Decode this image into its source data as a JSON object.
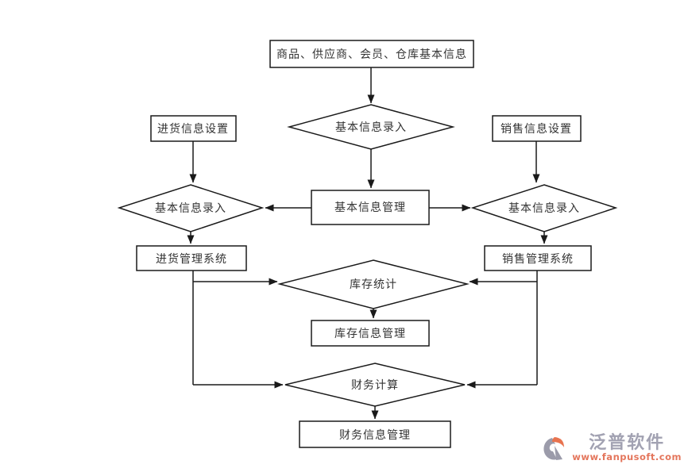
{
  "diagram": {
    "type": "flowchart",
    "line_color": "#1a1a1a",
    "nodes": {
      "top_info": "商品、供应商、会员、仓库基本信息",
      "entry_top": "基本信息录入",
      "purchase_settings": "进货信息设置",
      "sales_settings": "销售信息设置",
      "basic_mgmt": "基本信息管理",
      "entry_left": "基本信息录入",
      "entry_right": "基本信息录入",
      "purchase_system": "进货管理系统",
      "sales_system": "销售管理系统",
      "inventory_stats": "库存统计",
      "inventory_mgmt": "库存信息管理",
      "finance_calc": "财务计算",
      "finance_mgmt": "财务信息管理"
    },
    "edges": [
      {
        "from": "top_info",
        "to": "entry_top"
      },
      {
        "from": "entry_top",
        "to": "basic_mgmt"
      },
      {
        "from": "purchase_settings",
        "to": "entry_left"
      },
      {
        "from": "sales_settings",
        "to": "entry_right"
      },
      {
        "from": "basic_mgmt",
        "to": "entry_left"
      },
      {
        "from": "basic_mgmt",
        "to": "entry_right"
      },
      {
        "from": "entry_left",
        "to": "purchase_system"
      },
      {
        "from": "entry_right",
        "to": "sales_system"
      },
      {
        "from": "purchase_system",
        "to": "inventory_stats"
      },
      {
        "from": "sales_system",
        "to": "inventory_stats"
      },
      {
        "from": "inventory_stats",
        "to": "inventory_mgmt"
      },
      {
        "from": "purchase_system",
        "to": "finance_calc"
      },
      {
        "from": "sales_system",
        "to": "finance_calc"
      },
      {
        "from": "finance_calc",
        "to": "finance_mgmt"
      }
    ]
  },
  "watermark": {
    "brand": "泛普软件",
    "url": "www.fanpusoft.com",
    "brand_color": "#a2a2b2",
    "url_color": "#e4765c",
    "icon_gray": "#9b9baa",
    "icon_orange": "#e8734f"
  }
}
